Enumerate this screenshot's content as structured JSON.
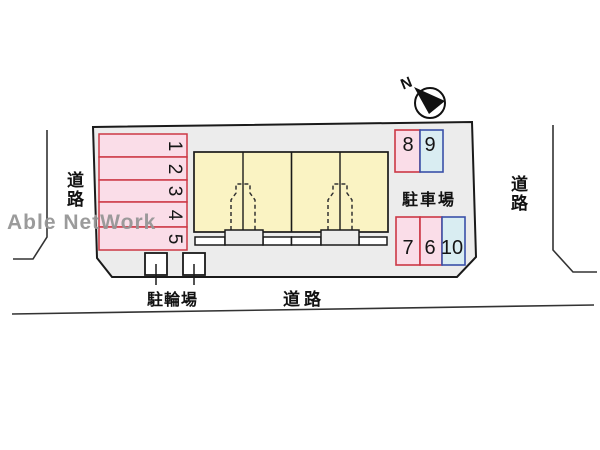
{
  "watermark": "Able NetWork",
  "compass": {
    "north_label": "N"
  },
  "labels": {
    "road_left": "道路",
    "road_right": "道路",
    "road_bottom": "道路",
    "parking_lot": "駐車場",
    "bicycle_parking": "駐輪場"
  },
  "stalls": {
    "left_column": [
      {
        "label": "1",
        "type": "pink"
      },
      {
        "label": "2",
        "type": "pink"
      },
      {
        "label": "3",
        "type": "pink"
      },
      {
        "label": "4",
        "type": "pink"
      },
      {
        "label": "5",
        "type": "pink"
      }
    ],
    "top_right": [
      {
        "label": "8",
        "type": "pink"
      },
      {
        "label": "9",
        "type": "blue"
      }
    ],
    "bottom_right": [
      {
        "label": "7",
        "type": "pink"
      },
      {
        "label": "6",
        "type": "pink"
      },
      {
        "label": "10",
        "type": "blue"
      }
    ]
  },
  "colors": {
    "site_fill": "#ececec",
    "outline": "#1a1a1a",
    "stall_pink_fill": "#fadde8",
    "stall_red_border": "#cc3845",
    "stall_blue_fill": "#d9edf2",
    "stall_blue_border": "#3a50a8",
    "building_fill": "#faf3c3",
    "road_line": "#333333",
    "watermark_gray": "#969696"
  }
}
